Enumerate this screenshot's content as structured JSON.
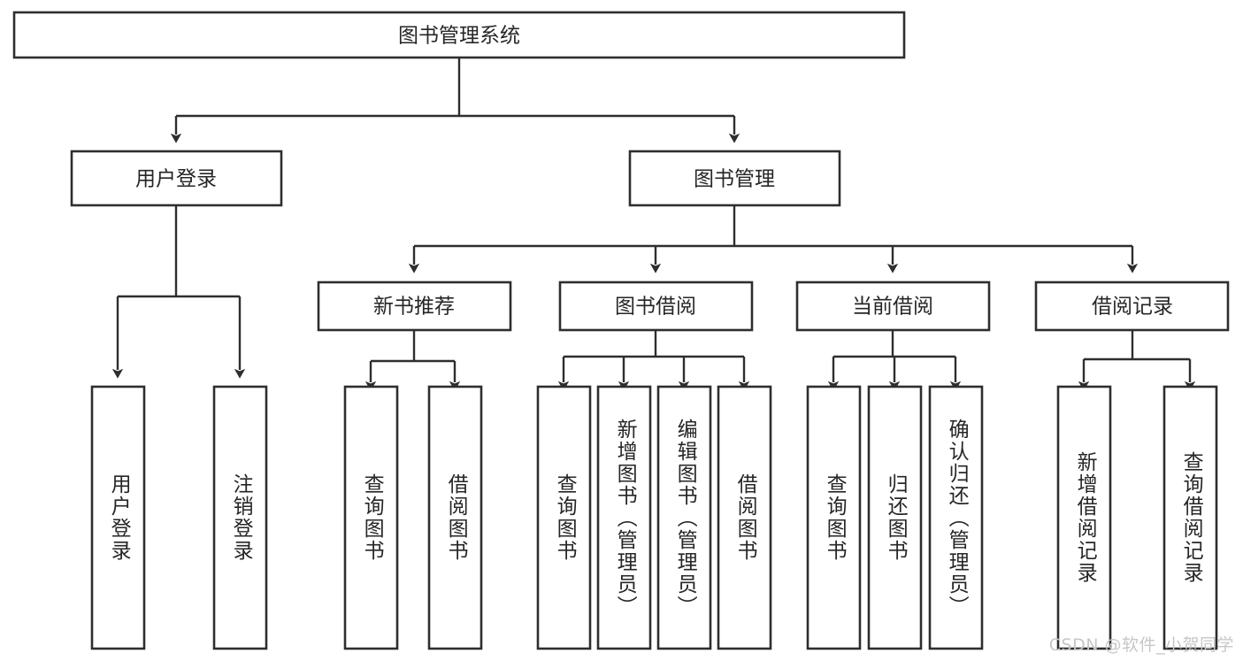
{
  "diagram": {
    "type": "tree",
    "title": "图书管理系统",
    "watermark": "CSDN @软件_小贺同学",
    "colors": {
      "stroke": "#2e2e2e",
      "box_fill": "#ffffff",
      "text": "#262626",
      "watermark": "#c7c7c7",
      "background": "#ffffff"
    },
    "root": {
      "label": "图书管理系统"
    },
    "level2": [
      {
        "label": "用户登录"
      },
      {
        "label": "图书管理"
      }
    ],
    "level3": [
      {
        "label": "新书推荐"
      },
      {
        "label": "图书借阅"
      },
      {
        "label": "当前借阅"
      },
      {
        "label": "借阅记录"
      }
    ],
    "leaves": {
      "user_login": [
        {
          "label": "用户登录"
        },
        {
          "label": "注销登录"
        }
      ],
      "new_book_recommend": [
        {
          "label": "查询图书"
        },
        {
          "label": "借阅图书"
        }
      ],
      "book_borrow": [
        {
          "label": "查询图书"
        },
        {
          "label": "新增图书（管理员）"
        },
        {
          "label": "编辑图书（管理员）"
        },
        {
          "label": "借阅图书"
        }
      ],
      "current_borrow": [
        {
          "label": "查询图书"
        },
        {
          "label": "归还图书"
        },
        {
          "label": "确认归还（管理员）"
        }
      ],
      "borrow_record": [
        {
          "label": "新增借阅记录"
        },
        {
          "label": "查询借阅记录"
        }
      ]
    }
  }
}
